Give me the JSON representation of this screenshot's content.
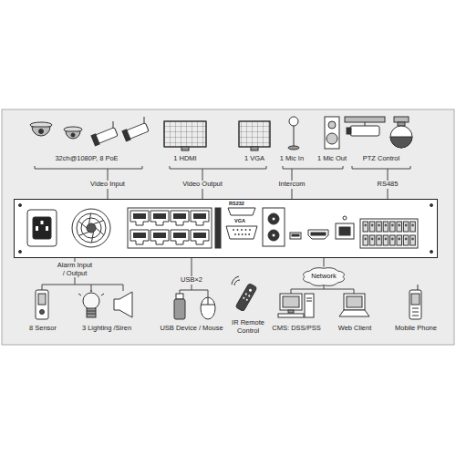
{
  "diagram": {
    "nodes": [
      {
        "text": [
          "RS232",
          "VGA"
        ]
      },
      {
        "text": [
          "Network"
        ]
      }
    ],
    "edges": [
      {
        "from": 0,
        "to": 1,
        "arrow": "none"
      }
    ],
    "labels": [
      "32ch@1080P, 8 PoE",
      "1 HDMI",
      "1 VGA",
      "1 Mic In",
      "1 Mic Out",
      "PTZ Control",
      "Video Input",
      "Video Output",
      "Intercom",
      "RS485",
      "Alarm Input / Output",
      "USB×2",
      "8 Sensor",
      "3 Lighting /Siren",
      "USB Device / Mouse",
      "IR Remote Control",
      "CMS: DSS/PSS",
      "Web Client",
      "Mobile Phone"
    ]
  }
}
